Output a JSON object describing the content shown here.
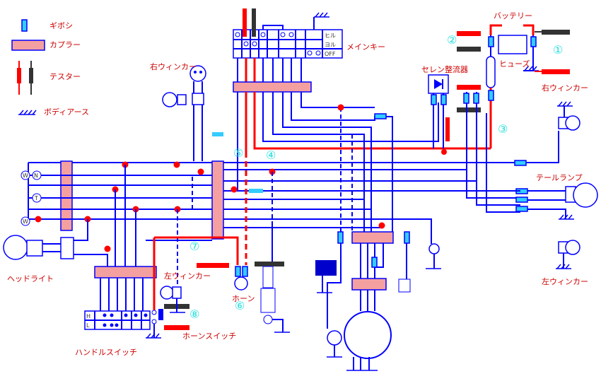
{
  "legend": {
    "bosi": "ギボシ",
    "coupler": "カプラー",
    "tester": "テスター",
    "body_earth": "ボディアース"
  },
  "labels": {
    "main_key": "メインキー",
    "battery": "バッテリー",
    "fuse": "ヒューズ",
    "selenium": "セレン整流器",
    "right_winker_top": "右ウィンカー",
    "right_winker_right": "右ウィンカー",
    "tail_lamp": "テールランプ",
    "left_winker_right": "左ウィンカー",
    "left_winker_mid": "左ウィンカー",
    "headlight": "ヘッドライト",
    "horn": "ホーン",
    "horn_switch": "ホーンスイッチ",
    "handle_switch": "ハンドルスイッチ"
  },
  "main_key_positions": [
    "ヒル",
    "ヨル",
    "OFF"
  ],
  "handle_switch_positions": [
    "H",
    "L"
  ],
  "meter_letters": [
    "W",
    "N",
    "T",
    "W"
  ],
  "test_points": [
    "①",
    "②",
    "③",
    "④",
    "⑤",
    "⑥",
    "⑦",
    "⑧"
  ],
  "colors": {
    "wire": "#0000ff",
    "test_wire": "#ff0000",
    "coupler": "#f4a0a0",
    "bosi": "#33ccff",
    "label": "#cc0000",
    "marker": "#22dddd"
  }
}
